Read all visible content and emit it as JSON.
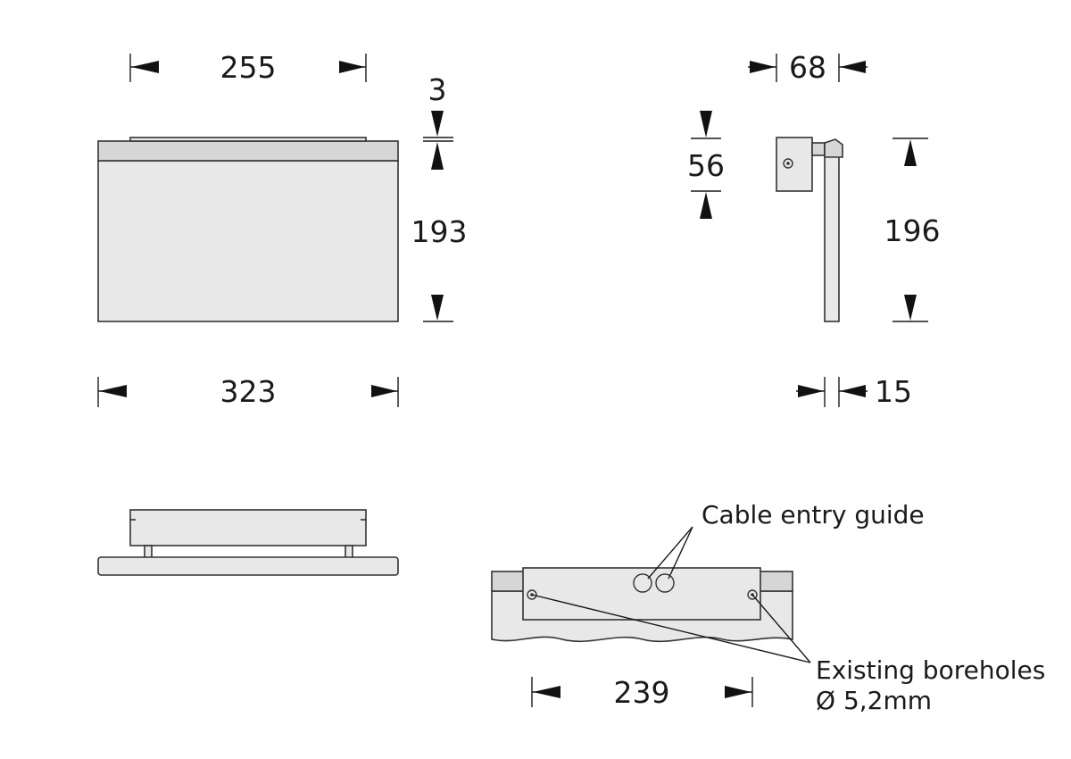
{
  "front_view": {
    "top_width": "255",
    "bottom_width": "323",
    "cover_thickness": "3",
    "height": "193"
  },
  "side_view": {
    "depth": "68",
    "bracket_height": "56",
    "total_height": "196",
    "panel_thickness": "15"
  },
  "mounting_view": {
    "cable_entry_label": "Cable entry guide",
    "boreholes_label": "Existing boreholes",
    "boreholes_diameter": "Ø 5,2mm",
    "hole_spacing": "239"
  }
}
